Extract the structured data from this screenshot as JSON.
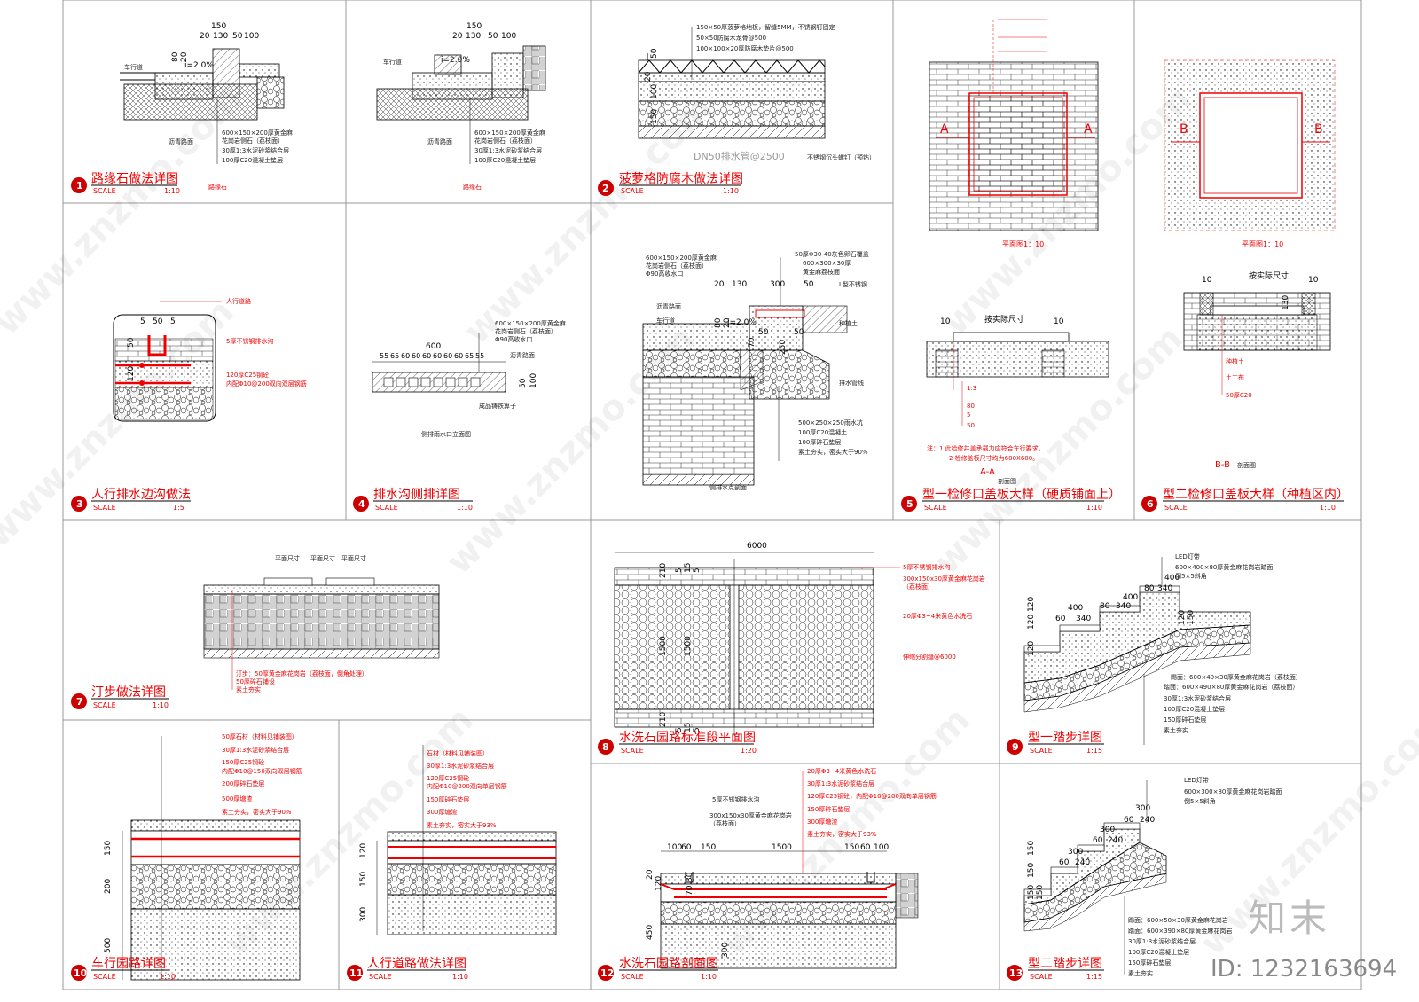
{
  "panels": [
    {
      "num": "1",
      "title": "路缘石做法详图",
      "scale_label": "SCALE",
      "ratio": "1:10",
      "dims": [
        "150",
        "20",
        "130",
        "50",
        "100",
        "80",
        "20",
        "i=2.0%",
        "车行道",
        "沥青路面"
      ],
      "notes": [
        "600×150×200厚黄金麻",
        "花岗岩侧石（荔枝面）",
        "30厚1:3水泥砂浆结合层",
        "100厚C20混凝土垫层"
      ],
      "sub": "路缘石"
    },
    {
      "num": "",
      "title": "",
      "scale_label": "",
      "ratio": "",
      "dims": [
        "150",
        "20",
        "130",
        "50",
        "100",
        "i=2.0%",
        "车行道",
        "沥青路面"
      ],
      "notes": [
        "600×150×200厚黄金麻",
        "花岗岩侧石（荔枝面）",
        "30厚1:3水泥砂浆结合层",
        "100厚C20混凝土垫层"
      ],
      "sub": "路缘石"
    },
    {
      "num": "2",
      "title": "菠萝格防腐木做法详图",
      "scale_label": "SCALE",
      "ratio": "1:10",
      "dims": [
        "50",
        "20",
        "100",
        "150"
      ],
      "notes": [
        "150×50厚菠萝格地板，留缝5MM，不锈钢钉固定",
        "50×50防腐木龙骨@500",
        "100×100×20厚防腐木垫片@500",
        "DN50排水管@2500",
        "不锈钢沉头螺钉（预钻）"
      ]
    },
    {
      "num": "3",
      "title": "人行排水边沟做法",
      "scale_label": "SCALE",
      "ratio": "1:5",
      "dims": [
        "5",
        "50",
        "5",
        "50",
        "120"
      ],
      "notes": [
        "人行道路",
        "5厚不锈钢排水沟",
        "120厚C25钢砼",
        "内配Φ10@200双向双层钢筋"
      ]
    },
    {
      "num": "4",
      "title": "排水沟侧排详图",
      "scale_label": "SCALE",
      "ratio": "1:10",
      "dims": [
        "600",
        "55",
        "65",
        "60",
        "60",
        "60",
        "60",
        "60",
        "60",
        "65",
        "55",
        "50",
        "100"
      ],
      "notes": [
        "600×150×200厚黄金麻",
        "花岗岩侧石（荔枝面）",
        "Φ90高收水口",
        "沥青路面",
        "成品铸铁箅子"
      ],
      "sub": "侧排雨水口立面图"
    },
    {
      "num": "",
      "title": "",
      "scale_label": "",
      "ratio": "",
      "dims": [
        "20",
        "130",
        "300",
        "50",
        "80",
        "20",
        "i=2.0%",
        "70",
        "50",
        "250",
        "50"
      ],
      "notes": [
        "600×150×200厚黄金麻",
        "花岗岩侧石（荔枝面）",
        "Φ90高收水口",
        "50厚Φ30-40灰色卵石覆盖",
        "600×300×30厚",
        "黄金麻荔枝面",
        "L型不锈钢",
        "种植土",
        "排水管线",
        "500×250×250雨水坑",
        "100厚C20混凝土",
        "100厚碎石垫层",
        "素土夯实，密实大于90%",
        "沥青路面",
        "车行道"
      ],
      "sub": "侧排水点剖面"
    },
    {
      "num": "5",
      "title": "型一检修口盖板大样（硬质铺面上）",
      "scale_label": "SCALE",
      "ratio": "1:10",
      "dims": [
        "10",
        "按实际尺寸",
        "10",
        "A",
        "A",
        "平面图1：10"
      ],
      "notes": [
        "注：1  此检修井盖承载力应符合车行要求。",
        "2  检修盖板尺寸均为600X600。"
      ],
      "sub": "A-A",
      "sub2": "剖面图"
    },
    {
      "num": "6",
      "title": "型二检修口盖板大样（种植区内）",
      "scale_label": "SCALE",
      "ratio": "1:10",
      "dims": [
        "10",
        "按实际尺寸",
        "10",
        "130",
        "B",
        "B",
        "平面图1：10"
      ],
      "notes": [
        "种植土",
        "土工布",
        "50厚C20"
      ],
      "sub": "B-B",
      "sub2": "剖面图"
    },
    {
      "num": "7",
      "title": "汀步做法详图",
      "scale_label": "SCALE",
      "ratio": "1:10",
      "dims": [
        "平面尺寸",
        "平面尺寸",
        "平面尺寸"
      ],
      "notes": [
        "汀步：50厚黄金麻花岗岩（荔枝面，倒角处理）",
        "50厚碎石铺设",
        "素土夯实"
      ]
    },
    {
      "num": "8",
      "title": "水洗石园路标准段平面图",
      "scale_label": "SCALE",
      "ratio": "1:20",
      "dims": [
        "6000",
        "210",
        "5",
        "15",
        "5",
        "1500",
        "1500",
        "210",
        "5",
        "15",
        "5"
      ],
      "notes": [
        "5厚不锈钢排水沟",
        "300x150x30厚黄金麻花岗岩",
        "（荔枝面）",
        "20厚Φ3~4米黄色水洗石",
        "伸缩分割缝@6000"
      ]
    },
    {
      "num": "9",
      "title": "型一踏步详图",
      "scale_label": "SCALE",
      "ratio": "1:15",
      "dims": [
        "400",
        "80",
        "340",
        "400",
        "80",
        "340",
        "400",
        "60",
        "340",
        "120",
        "120",
        "120",
        "120",
        "150"
      ],
      "notes": [
        "LED灯带",
        "600×400×80厚黄金麻花岗岩踏面",
        "倒5×5斜角",
        "踢面：600×40×30厚黄金麻花岗岩（荔枝面）",
        "踏面：600×490×80厚黄金麻花岗岩（荔枝面）",
        "30厚1:3水泥砂浆结合层",
        "100厚C20混凝土垫层",
        "150厚碎石垫层",
        "素土夯实"
      ]
    },
    {
      "num": "10",
      "title": "车行园路详图",
      "scale_label": "SCALE",
      "ratio": "1:10",
      "dims": [
        "150",
        "200",
        "500"
      ],
      "notes": [
        "50厚石材（材料见铺装图）",
        "30厚1:3水泥砂浆结合层",
        "150厚C25钢砼",
        "内配Φ10@150双向双层钢筋",
        "200厚碎石垫层",
        "500厚塘渣",
        "素土夯实，密实大于90%"
      ]
    },
    {
      "num": "11",
      "title": "人行道路做法详图",
      "scale_label": "SCALE",
      "ratio": "1:10",
      "dims": [
        "120",
        "150",
        "300"
      ],
      "notes": [
        "石材（材料见铺装图）",
        "30厚1:3水泥砂浆结合层",
        "120厚C25钢砼",
        "内配Φ10@200双向单层钢筋",
        "150厚碎石垫层",
        "300厚塘渣",
        "素土夯实，密实大于93%"
      ]
    },
    {
      "num": "12",
      "title": "水洗石园路剖面图",
      "scale_label": "SCALE",
      "ratio": "1:10",
      "dims": [
        "100",
        "60",
        "150",
        "1500",
        "150",
        "60",
        "100",
        "20",
        "120",
        "30",
        "70",
        "450",
        "300"
      ],
      "notes": [
        "5厚不锈钢排水沟",
        "300x150x30厚黄金麻花岗岩",
        "（荔枝面）",
        "20厚Φ3~4米黄色水洗石",
        "30厚1:3水泥砂浆结合层",
        "120厚C25钢砼，内配Φ10@200双向单层钢筋",
        "150厚碎石垫层",
        "300厚塘渣",
        "素土夯实，密实大于93%"
      ]
    },
    {
      "num": "13",
      "title": "型二踏步详图",
      "scale_label": "SCALE",
      "ratio": "1:15",
      "dims": [
        "300",
        "60",
        "240",
        "300",
        "60",
        "240",
        "300",
        "60",
        "240",
        "150",
        "150",
        "150",
        "150"
      ],
      "notes": [
        "LED灯带",
        "600×300×80厚黄金麻花岗岩踏面",
        "倒5×5斜角",
        "踢面：600×50×30厚黄金麻花岗岩",
        "踏面：600×390×80厚黄金麻花岗岩",
        "30厚1:3水泥砂浆结合层",
        "100厚C20混凝土垫层",
        "150厚碎石垫层",
        "素土夯实"
      ]
    }
  ],
  "watermark": "www.znzmo.com",
  "brand": "知末",
  "id_text": "ID: 1232163694",
  "colors": {
    "red": "#e00000",
    "line": "#000000"
  }
}
